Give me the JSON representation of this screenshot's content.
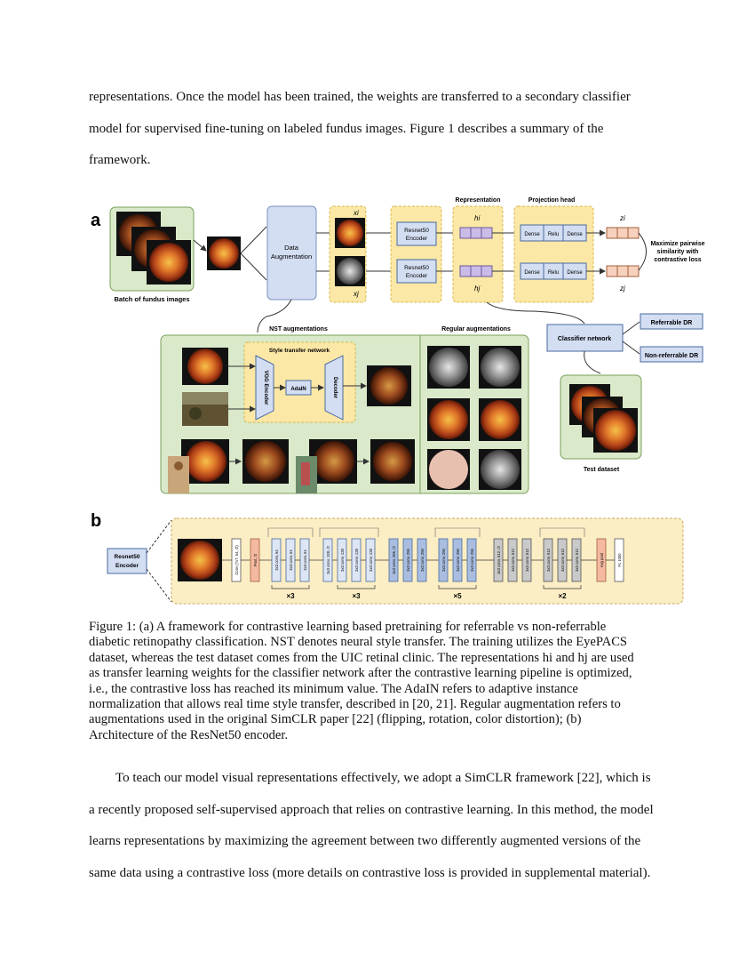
{
  "paragraph1": {
    "lines": [
      "representations. Once the model has been trained, the weights are transferred to a secondary classifier",
      "model for supervised fine-tuning on labeled fundus images. Figure 1 describes a summary of the",
      "framework."
    ]
  },
  "figure": {
    "panel_a_label": "a",
    "panel_b_label": "b",
    "batch_label": "Batch of fundus images",
    "data_augmentation": [
      "Data",
      "Augmentation"
    ],
    "xi": "xi",
    "xj": "xj",
    "encoder_label": [
      "Resnet50",
      "Encoder"
    ],
    "representation_title": "Representation",
    "projection_title": "Projection head",
    "hi": "hi",
    "hj": "hj",
    "dense": "Dense",
    "relu": "Relu",
    "zi": "zi",
    "zj": "zj",
    "maximize_text": [
      "Maximize pairwise",
      "similarity with",
      "contrastive loss"
    ],
    "nst_title": "NST augmentations",
    "style_network_title": "Style transfer network",
    "vgg_encoder": "VGG Encoder",
    "adain": "AdaIN",
    "decoder": "Decoder",
    "regular_title": "Regular augmentations",
    "classifier_network": "Classifier network",
    "referrable": "Referrable DR",
    "non_referrable": "Non-referrable DR",
    "test_dataset": "Test dataset",
    "b_encoder": [
      "Resnet50",
      "Encoder"
    ],
    "layers": {
      "conv7": "Conv (7x7, 64, /2)",
      "pool": "Pool, /2",
      "g1": [
        "3x3 conv, 64",
        "3x3 conv, 64",
        "3x3 conv, 64"
      ],
      "g2a": "3x3 conv, 128, /2",
      "g2": [
        "3x3 conv, 128",
        "3x3 conv, 128",
        "3x3 conv, 128"
      ],
      "g3a": "3x3 conv, 256, /2",
      "g3": [
        "3x3 conv, 256",
        "3x3 conv, 256",
        "3x3 conv, 256"
      ],
      "g4a": "3x3 conv, 512, /2",
      "g4": [
        "3x3 conv, 512",
        "3x3 conv, 512",
        "3x3 conv, 512"
      ],
      "avgpool": "Avg pool",
      "fc": "Fc 1000"
    },
    "multipliers": [
      "×3",
      "×3",
      "×5",
      "×2"
    ]
  },
  "caption": {
    "lines": [
      "Figure 1: (a) A framework for contrastive learning based pretraining for referrable vs non-referrable",
      "diabetic retinopathy classification. NST denotes neural style transfer. The training utilizes the EyePACS",
      "dataset, whereas the test dataset comes from the UIC retinal clinic. The representations hi and hj are used",
      "as transfer learning weights for the classifier network after the contrastive learning pipeline is optimized,",
      "i.e., the contrastive loss has reached its minimum value. The AdaIN refers to adaptive instance",
      "normalization that allows real time style transfer, described in [20, 21]. Regular augmentation refers to",
      "augmentations used in the original SimCLR paper [22] (flipping, rotation, color distortion); (b)",
      "Architecture of the ResNet50 encoder."
    ]
  },
  "paragraph2": {
    "lines": [
      "To teach our model visual representations effectively, we adopt a SimCLR framework [22], which is",
      "a recently proposed self-supervised approach that relies on contrastive learning. In this method, the model",
      "learns representations by maximizing the agreement between two differently augmented versions of the",
      "same data using a contrastive loss (more details on contrastive loss is provided in supplemental material)."
    ]
  }
}
